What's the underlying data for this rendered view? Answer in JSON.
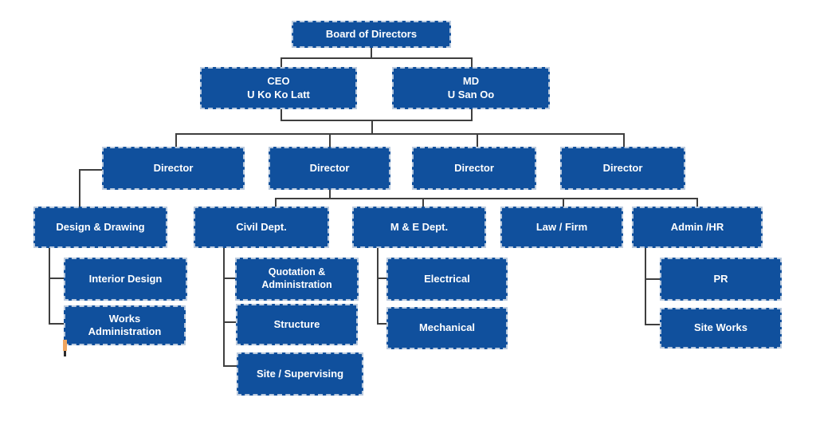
{
  "colors": {
    "box_fill": "#10509d",
    "box_border": "#b9c9dd",
    "connector": "#3f3f3f",
    "text": "#ffffff",
    "artifact": "#efa560"
  },
  "org_chart": {
    "root": {
      "label": "Board of Directors"
    },
    "executives": {
      "ceo": {
        "role": "CEO",
        "name": "U Ko Ko Latt"
      },
      "md": {
        "role": "MD",
        "name": "U San Oo"
      }
    },
    "directors": [
      {
        "label": "Director"
      },
      {
        "label": "Director"
      },
      {
        "label": "Director"
      },
      {
        "label": "Director"
      }
    ],
    "departments": {
      "design_drawing": {
        "label": "Design & Drawing",
        "children": [
          {
            "label": "Interior Design"
          },
          {
            "label": "Works Administration"
          }
        ]
      },
      "civil": {
        "label": "Civil Dept.",
        "children": [
          {
            "label": "Quotation & Administration"
          },
          {
            "label": "Structure"
          },
          {
            "label": "Site / Supervising"
          }
        ]
      },
      "me": {
        "label": "M & E Dept.",
        "children": [
          {
            "label": "Electrical"
          },
          {
            "label": "Mechanical"
          }
        ]
      },
      "law": {
        "label": "Law / Firm",
        "children": []
      },
      "admin": {
        "label": "Admin /HR",
        "children": [
          {
            "label": "PR"
          },
          {
            "label": "Site Works"
          }
        ]
      }
    }
  }
}
